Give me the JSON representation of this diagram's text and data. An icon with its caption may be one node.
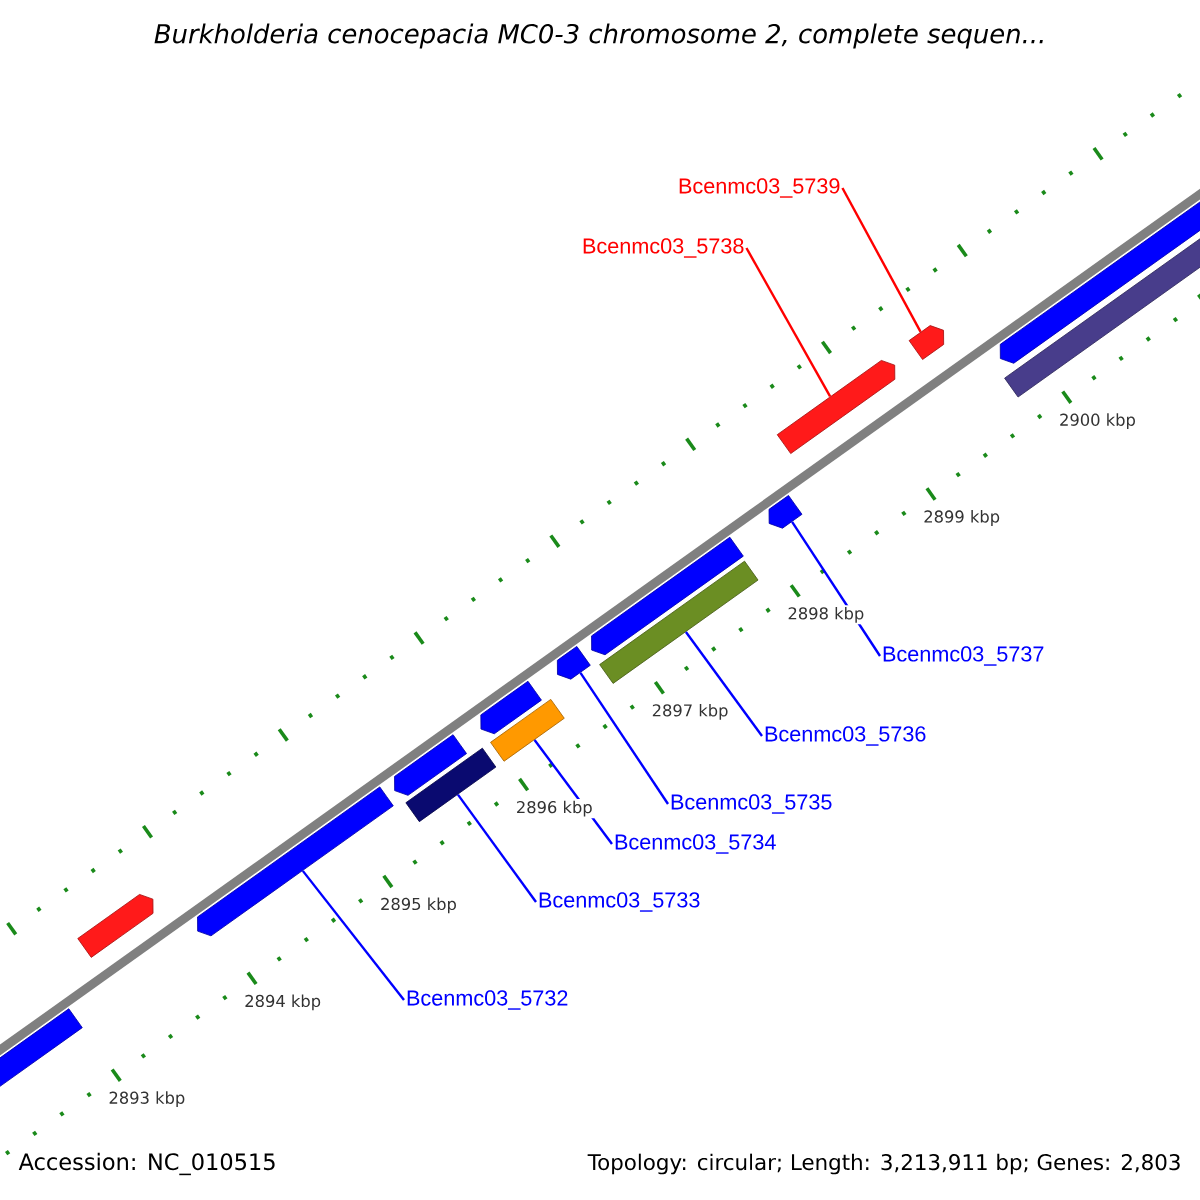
{
  "diagram": {
    "title": "Burkholderia cenocepacia MC0-3 chromosome 2, complete sequen...",
    "nodes": [
      {
        "text": [
          "Bcenmc03_5739"
        ]
      },
      {
        "text": [
          "Bcenmc03_5738"
        ]
      },
      {
        "text": [
          "Bcenmc03_5737"
        ]
      },
      {
        "text": [
          "Bcenmc03_5736"
        ]
      },
      {
        "text": [
          "Bcenmc03_5735"
        ]
      },
      {
        "text": [
          "Bcenmc03_5734"
        ]
      },
      {
        "text": [
          "Bcenmc03_5733"
        ]
      },
      {
        "text": [
          "Bcenmc03_5732"
        ]
      },
      {
        "text": [],
        "shape": "pentagon"
      },
      {
        "text": [],
        "shape": "pentagon"
      },
      {
        "text": [],
        "shape": "pentagon"
      },
      {
        "text": [],
        "shape": "pentagon"
      },
      {
        "text": [],
        "shape": "bar"
      },
      {
        "text": [],
        "shape": "pentagon"
      },
      {
        "text": [],
        "shape": "bar"
      },
      {
        "text": [],
        "shape": "pentagon"
      },
      {
        "text": [],
        "shape": "pentagon"
      },
      {
        "text": [],
        "shape": "bar"
      },
      {
        "text": [],
        "shape": "pentagon"
      },
      {
        "text": [],
        "shape": "pentagon"
      },
      {
        "text": [],
        "shape": "pentagon"
      },
      {
        "text": [],
        "shape": "pentagon"
      },
      {
        "text": [],
        "shape": "bar"
      }
    ],
    "edges": [
      {
        "from": 0,
        "to": 20,
        "arrow": "none",
        "color": "#ff0000"
      },
      {
        "from": 1,
        "to": 19,
        "arrow": "none",
        "color": "#ff0000"
      },
      {
        "from": 2,
        "to": 18,
        "arrow": "none"
      },
      {
        "from": 3,
        "to": 17,
        "arrow": "none"
      },
      {
        "from": 4,
        "to": 15,
        "arrow": "none"
      },
      {
        "from": 5,
        "to": 14,
        "arrow": "none"
      },
      {
        "from": 6,
        "to": 12,
        "arrow": "none"
      },
      {
        "from": 7,
        "to": 10,
        "arrow": "none"
      }
    ],
    "labels": [
      "2900 kbp",
      "2899 kbp",
      "2898 kbp",
      "2897 kbp",
      "2896 kbp",
      "2895 kbp",
      "2894 kbp",
      "2893 kbp",
      "Accession: NC_010515",
      "Topology: circular; Length: 3,213,911 bp; Genes: 2,803"
    ]
  }
}
